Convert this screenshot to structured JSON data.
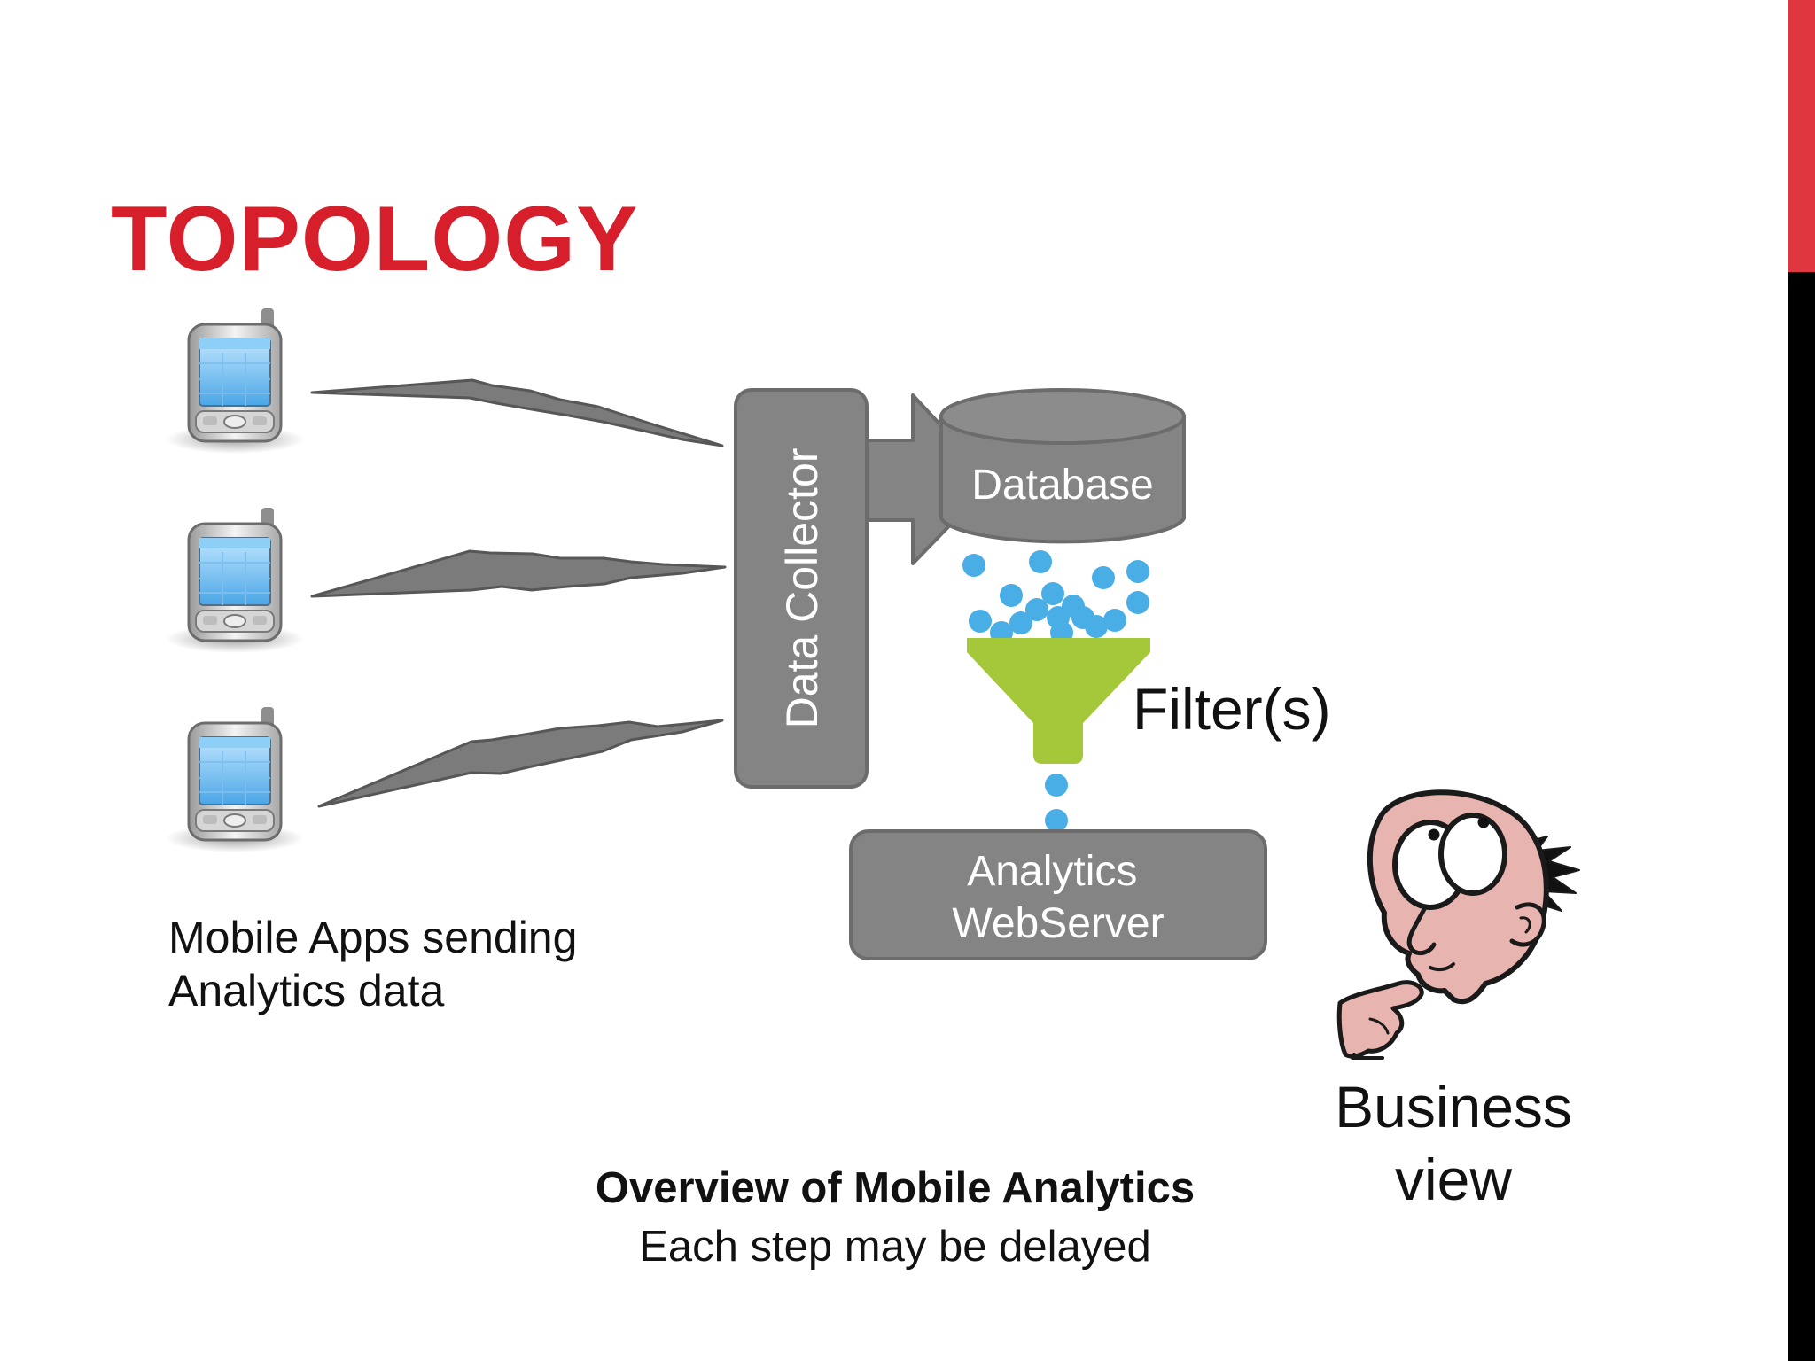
{
  "slide": {
    "title": "TOPOLOGY",
    "mobile_caption": [
      "Mobile Apps sending",
      "Analytics data"
    ],
    "filter_label": "Filter(s)",
    "business_label": [
      "Business",
      "view"
    ],
    "overview_caption": {
      "title": "Overview of Mobile Analytics",
      "subtitle": "Each step may be delayed"
    }
  },
  "nodes": {
    "data_collector": "Data Collector",
    "database": "Database",
    "analytics_webserver": [
      "Analytics",
      "WebServer"
    ]
  },
  "icons": {
    "phone": "mobile-phone-icon",
    "signal": "lightning-signal-icon",
    "arrow": "arrow-right-icon",
    "funnel": "funnel-filter-icon",
    "person": "thinking-person-icon"
  },
  "colors": {
    "accent_red": "#d71f2c",
    "sidebar_red": "#e0363f",
    "sidebar_black": "#000000",
    "box_gray": "#848484",
    "box_stroke": "#6f6f6f",
    "dot_blue": "#4aaee6",
    "funnel_green": "#a4c83a",
    "skin": "#e8b4b0"
  }
}
